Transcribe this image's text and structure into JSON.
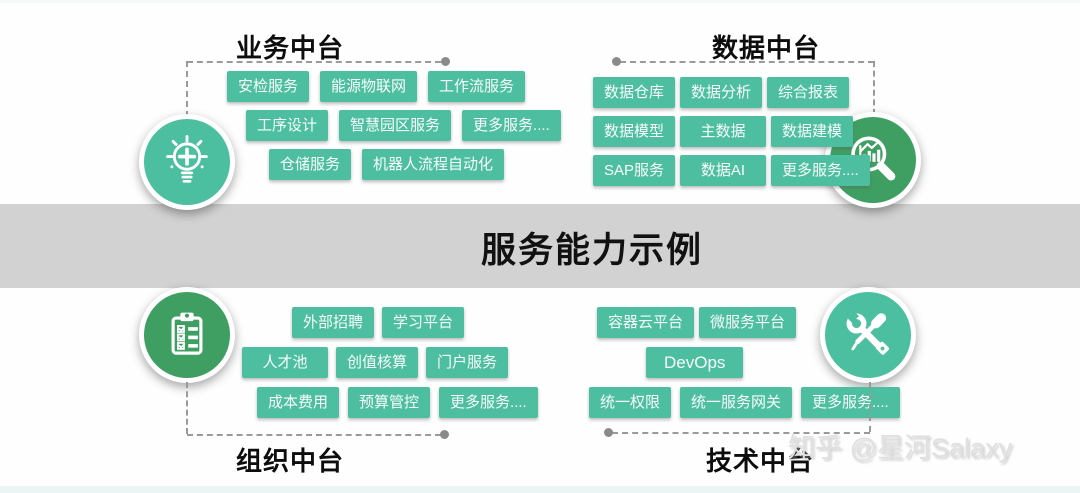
{
  "band": {
    "title": "服务能力示例"
  },
  "watermark": "知乎 @星河Salaxy",
  "colors": {
    "tag_green": "#4dbfa0",
    "icon_circle_teal": "#4cbfa0",
    "icon_circle_green": "#3f9f63",
    "band_gray": "#d2d2d2",
    "dash_gray": "#9a9a9a",
    "title_black": "#0d0d0d",
    "watermark_gray": "#e0e0e0"
  },
  "quadrants": [
    {
      "id": "business",
      "title": "业务中台",
      "icon": "lightbulb-plus-icon",
      "rows": [
        [
          "安检服务",
          "能源物联网",
          "工作流服务"
        ],
        [
          "工序设计",
          "智慧园区服务",
          "更多服务...."
        ],
        [
          "仓储服务",
          "机器人流程自动化"
        ]
      ]
    },
    {
      "id": "data",
      "title": "数据中台",
      "icon": "magnifier-chart-icon",
      "rows": [
        [
          "数据仓库",
          "数据分析",
          "综合报表"
        ],
        [
          "数据模型",
          "主数据",
          "数据建模"
        ],
        [
          "SAP服务",
          "数据AI",
          "更多服务...."
        ]
      ]
    },
    {
      "id": "organization",
      "title": "组织中台",
      "icon": "clipboard-checklist-icon",
      "rows": [
        [
          "外部招聘",
          "学习平台"
        ],
        [
          "人才池",
          "创值核算",
          "门户服务"
        ],
        [
          "成本费用",
          "预算管控",
          "更多服务...."
        ]
      ]
    },
    {
      "id": "technology",
      "title": "技术中台",
      "icon": "tools-icon",
      "rows": [
        [
          "容器云平台",
          "微服务平台"
        ],
        [
          "DevOps"
        ],
        [
          "统一权限",
          "统一服务网关",
          "更多服务...."
        ]
      ]
    }
  ]
}
